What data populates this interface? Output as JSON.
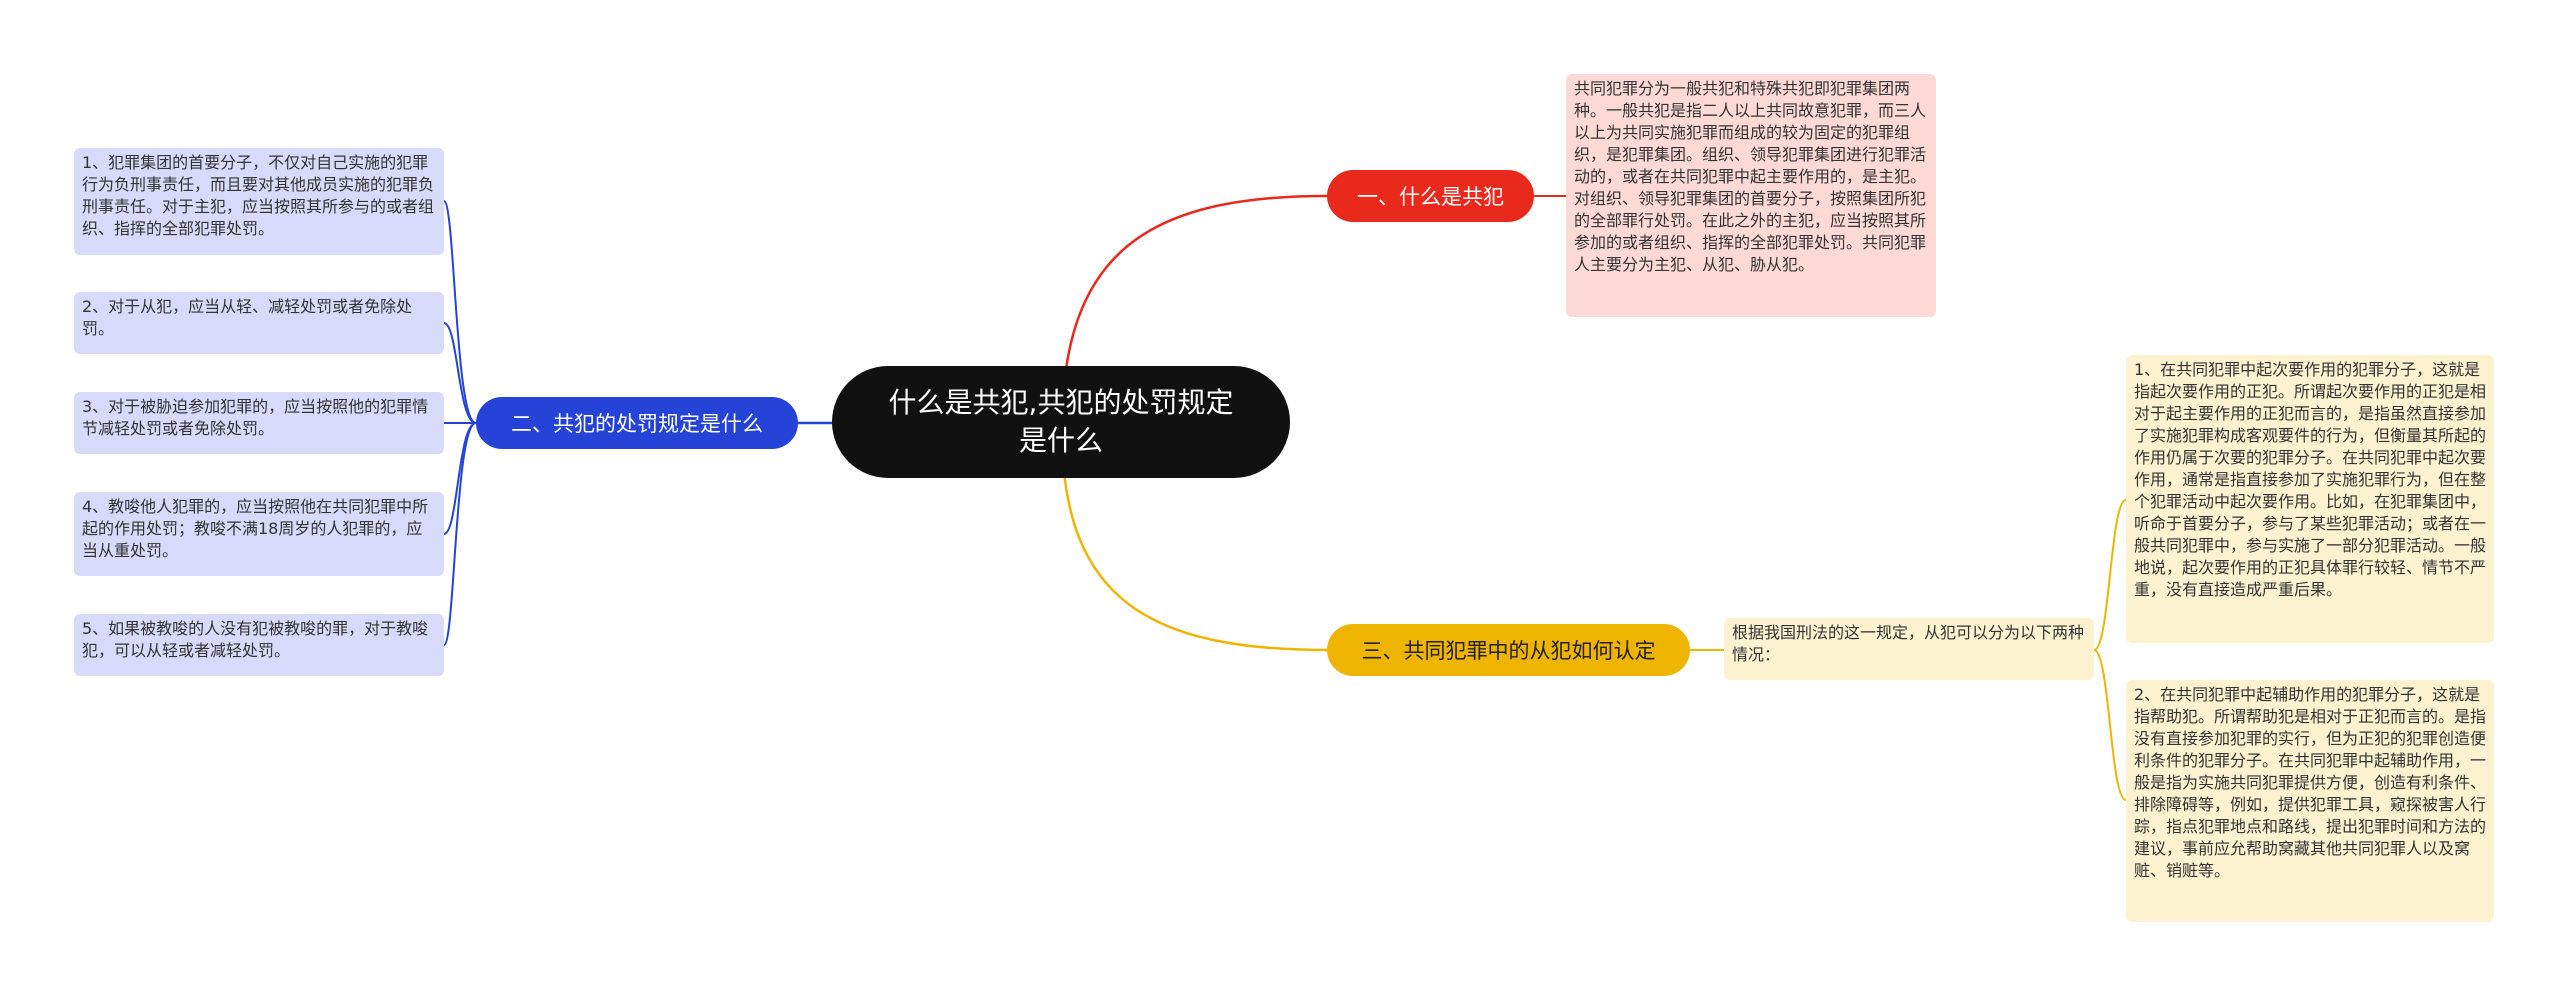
{
  "root": {
    "title": "什么是共犯,共犯的处罚规定是什么"
  },
  "branches": [
    {
      "label": "一、什么是共犯",
      "color": "#e8291b",
      "leaves": [
        "共同犯罪分为一般共犯和特殊共犯即犯罪集团两种。一般共犯是指二人以上共同故意犯罪，而三人以上为共同实施犯罪而组成的较为固定的犯罪组织，是犯罪集团。组织、领导犯罪集团进行犯罪活动的，或者在共同犯罪中起主要作用的，是主犯。对组织、领导犯罪集团的首要分子，按照集团所犯的全部罪行处罚。在此之外的主犯，应当按照其所参加的或者组织、指挥的全部犯罪处罚。共同犯罪人主要分为主犯、从犯、胁从犯。"
      ]
    },
    {
      "label": "二、共犯的处罚规定是什么",
      "color": "#2543d6",
      "leaves": [
        "1、犯罪集团的首要分子，不仅对自己实施的犯罪行为负刑事责任，而且要对其他成员实施的犯罪负刑事责任。对于主犯，应当按照其所参与的或者组织、指挥的全部犯罪处罚。",
        "2、对于从犯，应当从轻、减轻处罚或者免除处罚。",
        "3、对于被胁迫参加犯罪的，应当按照他的犯罪情节减轻处罚或者免除处罚。",
        "4、教唆他人犯罪的，应当按照他在共同犯罪中所起的作用处罚；教唆不满18周岁的人犯罪的，应当从重处罚。",
        "5、如果被教唆的人没有犯被教唆的罪，对于教唆犯，可以从轻或者减轻处罚。"
      ]
    },
    {
      "label": "三、共同犯罪中的从犯如何认定",
      "color": "#efb400",
      "middle": "根据我国刑法的这一规定，从犯可以分为以下两种情况：",
      "leaves": [
        "1、在共同犯罪中起次要作用的犯罪分子，这就是指起次要作用的正犯。所谓起次要作用的正犯是相对于起主要作用的正犯而言的，是指虽然直接参加了实施犯罪构成客观要件的行为，但衡量其所起的作用仍属于次要的犯罪分子。在共同犯罪中起次要作用，通常是指直接参加了实施犯罪行为，但在整个犯罪活动中起次要作用。比如，在犯罪集团中，听命于首要分子，参与了某些犯罪活动；或者在一般共同犯罪中，参与实施了一部分犯罪活动。一般地说，起次要作用的正犯具体罪行较轻、情节不严重，没有直接造成严重后果。",
        "2、在共同犯罪中起辅助作用的犯罪分子，这就是指帮助犯。所谓帮助犯是相对于正犯而言的。是指没有直接参加犯罪的实行，但为正犯的犯罪创造便利条件的犯罪分子。在共同犯罪中起辅助作用，一般是指为实施共同犯罪提供方便，创造有利条件、排除障碍等，例如，提供犯罪工具，窥探被害人行踪，指点犯罪地点和路线，提出犯罪时间和方法的建议，事前应允帮助窝藏其他共同犯罪人以及窝赃、销赃等。"
      ]
    }
  ]
}
